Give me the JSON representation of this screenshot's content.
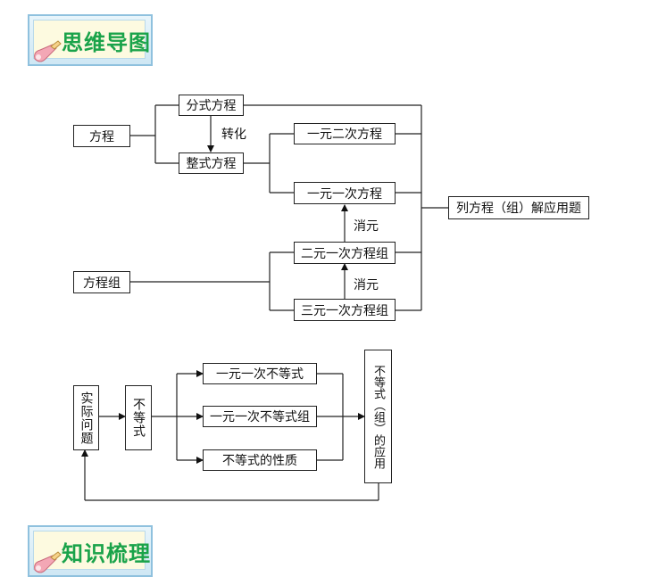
{
  "banners": {
    "mindmap_title": "思维导图",
    "knowledge_title": "知识梳理"
  },
  "diagram1": {
    "fangcheng": "方程",
    "fenshi": "分式方程",
    "zhuanhua": "转化",
    "zhengshi": "整式方程",
    "yiyuan_erci": "一元二次方程",
    "yiyuan_yici": "一元一次方程",
    "xiaoyuan_1": "消元",
    "erer_zu": "二元一次方程组",
    "xiaoyuan_2": "消元",
    "sanyuan_zu": "三元一次方程组",
    "fangchengzu": "方程组",
    "application": "列方程（组）解应用题"
  },
  "diagram2": {
    "shiji_wenti": "实际问题",
    "budengshi": "不等式",
    "yiyuan_budengshi": "一元一次不等式",
    "yiyuan_budengshi_zu": "一元一次不等式组",
    "xingzhi": "不等式的性质",
    "yingyong": "不等式（组）的应用"
  }
}
